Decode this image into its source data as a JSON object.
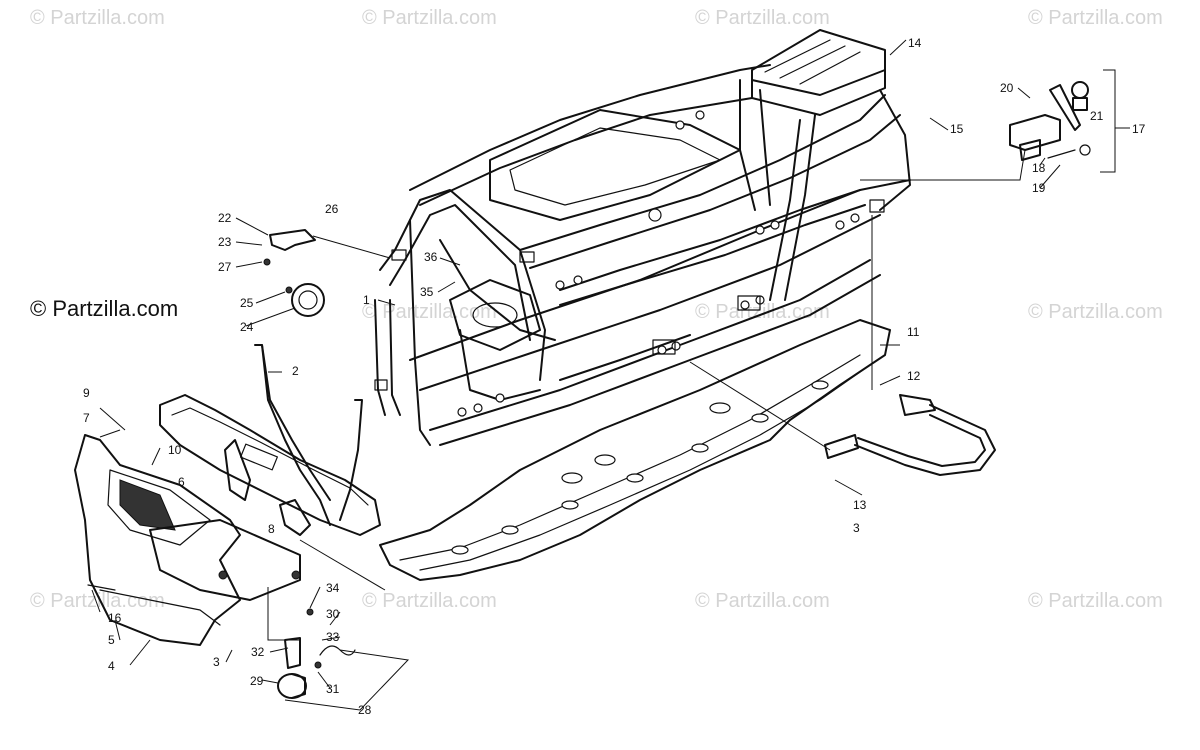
{
  "watermark": "© Partzilla.com",
  "callouts": [
    {
      "id": "c1",
      "label": "1"
    },
    {
      "id": "c2",
      "label": "2"
    },
    {
      "id": "c3a",
      "label": "3"
    },
    {
      "id": "c3b",
      "label": "3"
    },
    {
      "id": "c4",
      "label": "4"
    },
    {
      "id": "c5",
      "label": "5"
    },
    {
      "id": "c6",
      "label": "6"
    },
    {
      "id": "c7",
      "label": "7"
    },
    {
      "id": "c8",
      "label": "8"
    },
    {
      "id": "c9",
      "label": "9"
    },
    {
      "id": "c10",
      "label": "10"
    },
    {
      "id": "c11",
      "label": "11"
    },
    {
      "id": "c12",
      "label": "12"
    },
    {
      "id": "c13",
      "label": "13"
    },
    {
      "id": "c14",
      "label": "14"
    },
    {
      "id": "c15",
      "label": "15"
    },
    {
      "id": "c16",
      "label": "16"
    },
    {
      "id": "c17",
      "label": "17"
    },
    {
      "id": "c18",
      "label": "18"
    },
    {
      "id": "c19",
      "label": "19"
    },
    {
      "id": "c20",
      "label": "20"
    },
    {
      "id": "c21",
      "label": "21"
    },
    {
      "id": "c22",
      "label": "22"
    },
    {
      "id": "c23",
      "label": "23"
    },
    {
      "id": "c24",
      "label": "24"
    },
    {
      "id": "c25",
      "label": "25"
    },
    {
      "id": "c26",
      "label": "26"
    },
    {
      "id": "c27",
      "label": "27"
    },
    {
      "id": "c28",
      "label": "28"
    },
    {
      "id": "c29",
      "label": "29"
    },
    {
      "id": "c30",
      "label": "30"
    },
    {
      "id": "c31",
      "label": "31"
    },
    {
      "id": "c32",
      "label": "32"
    },
    {
      "id": "c33",
      "label": "33"
    },
    {
      "id": "c34",
      "label": "34"
    },
    {
      "id": "c35",
      "label": "35"
    },
    {
      "id": "c36",
      "label": "36"
    }
  ]
}
